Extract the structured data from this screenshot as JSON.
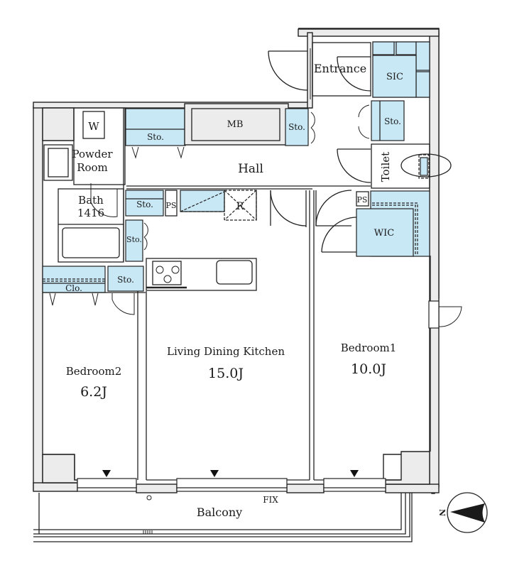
{
  "floor_plan": {
    "rooms": {
      "entrance": "Entrance",
      "sic": "SIC",
      "mb": "MB",
      "hall": "Hall",
      "toilet": "Toilet",
      "powder_room_line1": "Powder",
      "powder_room_line2": "Room",
      "washer": "W",
      "bath_line1": "Bath",
      "bath_line2": "1416",
      "wic": "WIC",
      "ps": "PS",
      "refrigerator": "R",
      "closet": "Clo.",
      "storage": "Sto.",
      "ldk_name": "Living Dining Kitchen",
      "ldk_size": "15.0J",
      "bedroom1_name": "Bedroom1",
      "bedroom1_size": "10.0J",
      "bedroom2_name": "Bedroom2",
      "bedroom2_size": "6.2J",
      "balcony": "Balcony",
      "fix": "FIX"
    },
    "compass": {
      "north_label": "N"
    },
    "colors": {
      "storage_fill": "#c9e8f6",
      "wall_fill": "#ececec",
      "line": "#222222"
    }
  }
}
